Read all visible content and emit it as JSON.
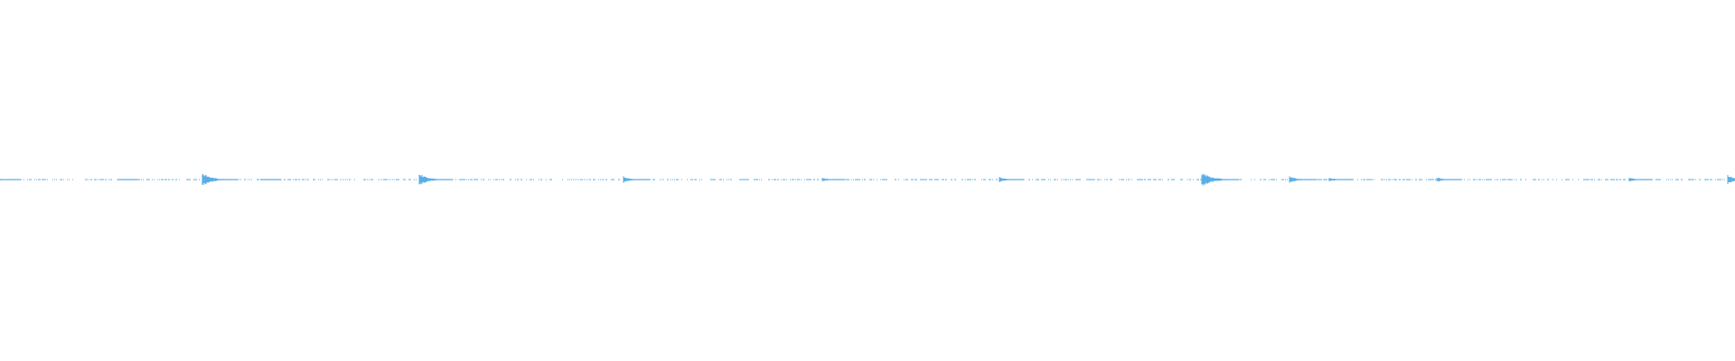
{
  "waveform": {
    "color": "#5aaee6",
    "background": "#ffffff",
    "amplitude_envelope": [
      {
        "t": 0.0,
        "a": 0.05
      },
      {
        "t": 0.068,
        "a": 0.04
      },
      {
        "t": 0.117,
        "a": 0.32
      },
      {
        "t": 0.151,
        "a": 0.04
      },
      {
        "t": 0.242,
        "a": 0.3
      },
      {
        "t": 0.36,
        "a": 0.16
      },
      {
        "t": 0.475,
        "a": 0.1
      },
      {
        "t": 0.577,
        "a": 0.12
      },
      {
        "t": 0.694,
        "a": 0.36
      },
      {
        "t": 0.745,
        "a": 0.18
      },
      {
        "t": 0.768,
        "a": 0.1
      },
      {
        "t": 0.83,
        "a": 0.12
      },
      {
        "t": 0.941,
        "a": 0.1
      },
      {
        "t": 0.998,
        "a": 0.22
      }
    ]
  }
}
